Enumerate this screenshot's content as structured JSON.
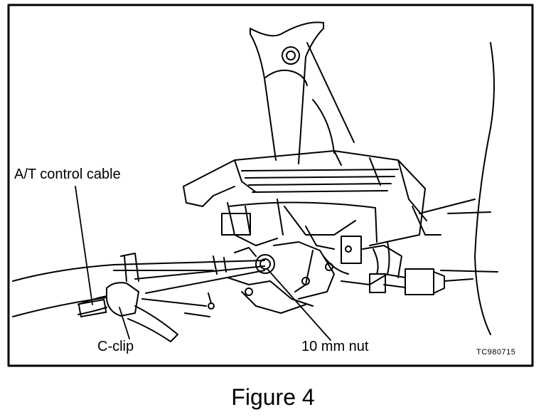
{
  "labels": {
    "control_cable": "A/T control cable",
    "c_clip": "C-clip",
    "nut": "10 mm nut",
    "figure_code": "TC980715"
  },
  "caption": "Figure 4"
}
